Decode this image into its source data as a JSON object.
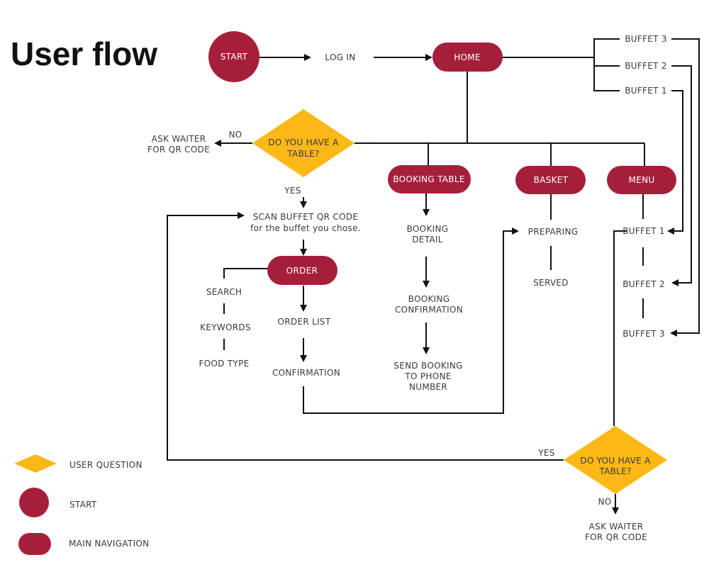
{
  "title": "User flow",
  "colors": {
    "node_fill": "#a61f3a",
    "question_fill": "#fbb817",
    "edge": "#111111",
    "text_dark": "#3a3a3a",
    "text_light": "#ffffff"
  },
  "nodes": {
    "start": "START",
    "login": "LOG IN",
    "home": "HOME",
    "buffet3_top": "BUFFET 3",
    "buffet2_top": "BUFFET 2",
    "buffet1_top": "BUFFET 1",
    "question1": [
      "DO YOU HAVE A",
      "TABLE?"
    ],
    "no1": "NO",
    "ask_waiter1": [
      "ASK WAITER",
      "FOR QR CODE"
    ],
    "yes1": "YES",
    "scan": [
      "SCAN BUFFET QR CODE",
      "for the buffet you chose."
    ],
    "order": "ORDER",
    "search": "SEARCH",
    "keywords": "KEYWORDS",
    "food_type": "FOOD TYPE",
    "order_list": "ORDER LIST",
    "confirmation": "CONFIRMATION",
    "booking_table": "BOOKING TABLE",
    "booking_detail": [
      "BOOKING",
      "DETAIL"
    ],
    "booking_confirmation": [
      "BOOKING",
      "CONFIRMATION"
    ],
    "send_booking": [
      "SEND BOOKING",
      "TO PHONE",
      "NUMBER"
    ],
    "basket": "BASKET",
    "preparing": "PREPARING",
    "served": "SERVED",
    "menu": "MENU",
    "menu_buffet1": "BUFFET 1",
    "menu_buffet2": "BUFFET 2",
    "menu_buffet3": "BUFFET 3",
    "question2": [
      "DO YOU HAVE A",
      "TABLE?"
    ],
    "yes2": "YES",
    "no2": "NO",
    "ask_waiter2": [
      "ASK WAITER",
      "FOR QR CODE"
    ]
  },
  "legend": {
    "user_question": "USER QUESTION",
    "start": "START",
    "main_navigation": "MAIN NAVIGATION"
  }
}
